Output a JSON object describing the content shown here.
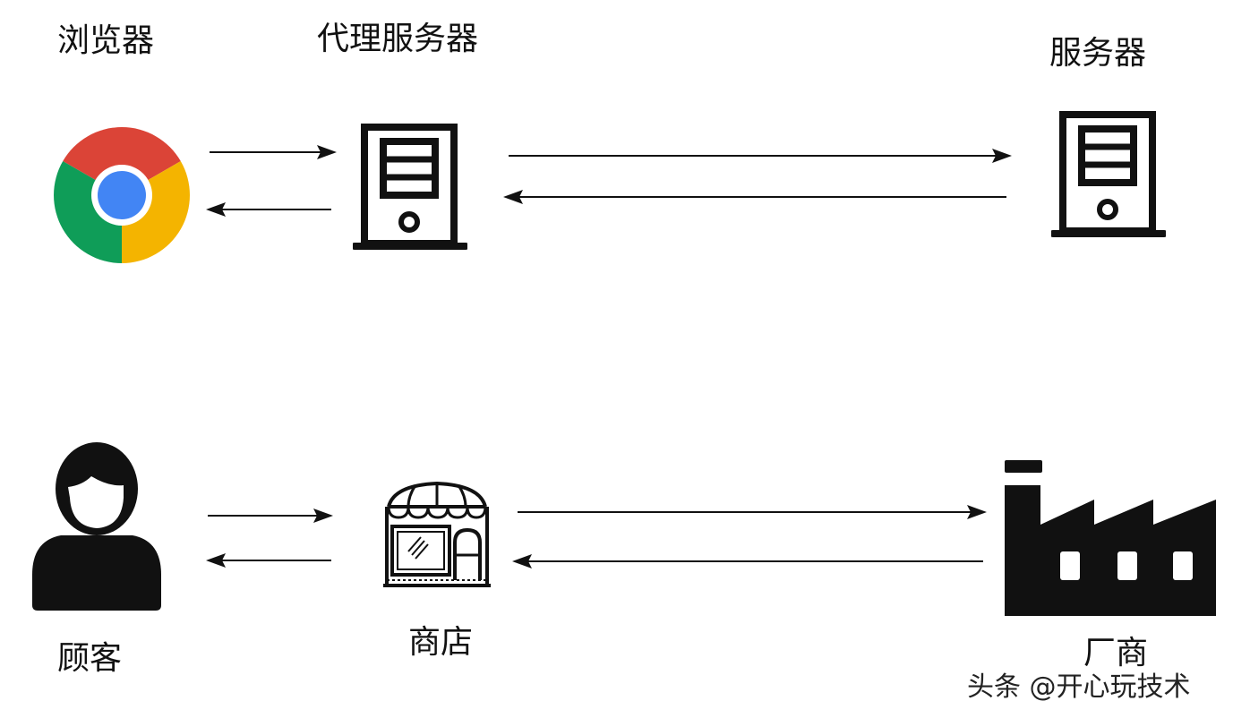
{
  "top_row": {
    "browser_label": "浏览器",
    "proxy_label": "代理服务器",
    "server_label": "服务器"
  },
  "bottom_row": {
    "customer_label": "顾客",
    "store_label": "商店",
    "factory_label": "厂商"
  },
  "watermark": "头条 @开心玩技术",
  "icons": {
    "browser": "chrome-icon",
    "proxy": "server-tower-icon",
    "server": "server-tower-icon",
    "customer": "person-icon",
    "store": "storefront-icon",
    "factory": "factory-icon"
  },
  "colors": {
    "chrome_red": "#DB4437",
    "chrome_green": "#0F9D58",
    "chrome_yellow": "#F4B400",
    "chrome_blue": "#4285F4",
    "line": "#111111"
  }
}
